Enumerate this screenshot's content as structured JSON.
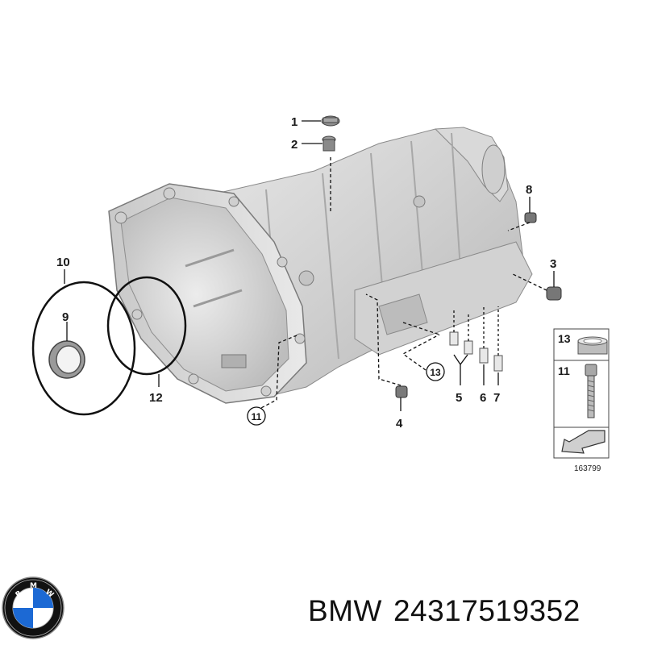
{
  "diagram": {
    "callouts": {
      "c1": "1",
      "c2": "2",
      "c3": "3",
      "c4": "4",
      "c5": "5",
      "c6": "6",
      "c7": "7",
      "c8": "8",
      "c9": "9",
      "c10": "10",
      "c11": "11",
      "c12": "12",
      "c13": "13"
    },
    "legend": {
      "part13": "13",
      "part11": "11",
      "figure_number": "163799"
    }
  },
  "caption": {
    "brand": "BMW",
    "part_number": "24317519352"
  },
  "logo": {
    "letters": "BMW",
    "colors": {
      "blue": "#1c69d4",
      "white": "#ffffff",
      "black": "#111111"
    }
  }
}
